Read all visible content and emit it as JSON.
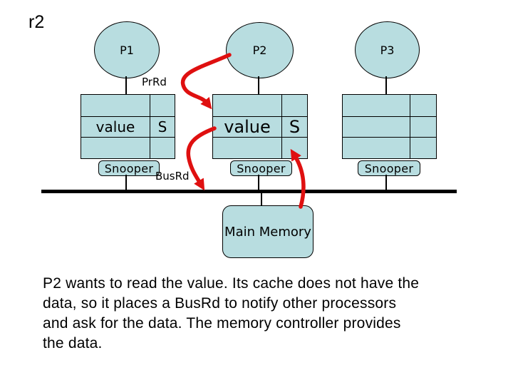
{
  "slide": {
    "corner_label": "r2"
  },
  "colors": {
    "shape_fill": "#b8dde0",
    "arrow": "#df1010",
    "outline": "#000000",
    "background": "#ffffff"
  },
  "processors": [
    {
      "label": "P1",
      "cache_value": "value",
      "cache_state": "S",
      "snooper": "Snooper"
    },
    {
      "label": "P2",
      "cache_value": "value",
      "cache_state": "S",
      "snooper": "Snooper"
    },
    {
      "label": "P3",
      "cache_value": "",
      "cache_state": "",
      "snooper": "Snooper"
    }
  ],
  "bus_labels": {
    "pr_rd": "PrRd",
    "bus_rd": "BusRd"
  },
  "memory": {
    "label": "Main Memory"
  },
  "caption": "P2 wants to read the value. Its cache does not have the\ndata, so it places a BusRd to notify other processors\nand ask for the data. The memory controller provides\nthe data."
}
